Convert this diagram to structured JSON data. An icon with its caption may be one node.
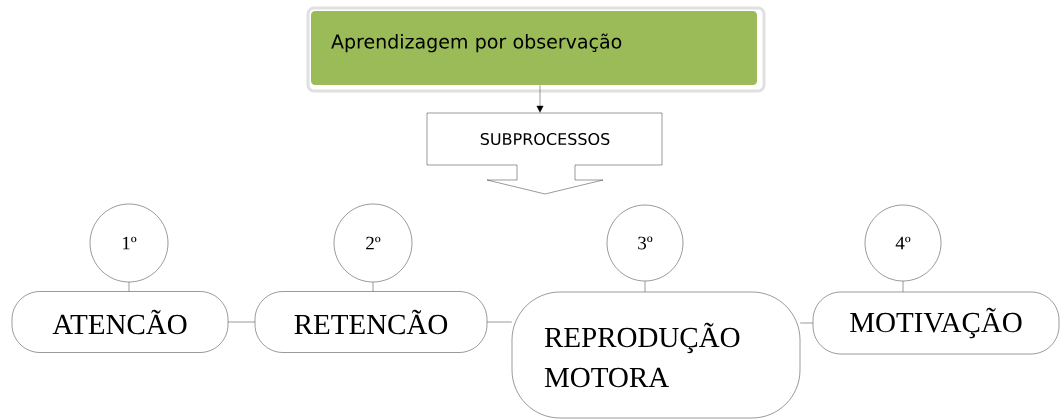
{
  "diagram": {
    "nodes": [
      {
        "text": [
          "Aprendizagem por observação"
        ]
      },
      {
        "text": [
          "SUBPROCESSOS"
        ]
      },
      {
        "text": [
          "1º"
        ]
      },
      {
        "text": [
          "2º"
        ]
      },
      {
        "text": [
          "3º"
        ]
      },
      {
        "text": [
          "4º"
        ]
      },
      {
        "text": [
          "ATENCÃO"
        ]
      },
      {
        "text": [
          "RETENCÃO"
        ]
      },
      {
        "text": [
          "REPRODUÇÃO MOTORA"
        ]
      },
      {
        "text": [
          "MOTIVAÇÃO"
        ]
      }
    ],
    "edges": [
      {
        "from": 0,
        "to": 1,
        "arrow": "to"
      },
      {
        "from": 2,
        "to": 6,
        "arrow": "none"
      },
      {
        "from": 3,
        "to": 7,
        "arrow": "none"
      },
      {
        "from": 4,
        "to": 8,
        "arrow": "none"
      },
      {
        "from": 5,
        "to": 9,
        "arrow": "none"
      },
      {
        "from": 6,
        "to": 7,
        "arrow": "none"
      },
      {
        "from": 7,
        "to": 8,
        "arrow": "none"
      },
      {
        "from": 8,
        "to": 9,
        "arrow": "none"
      }
    ]
  }
}
